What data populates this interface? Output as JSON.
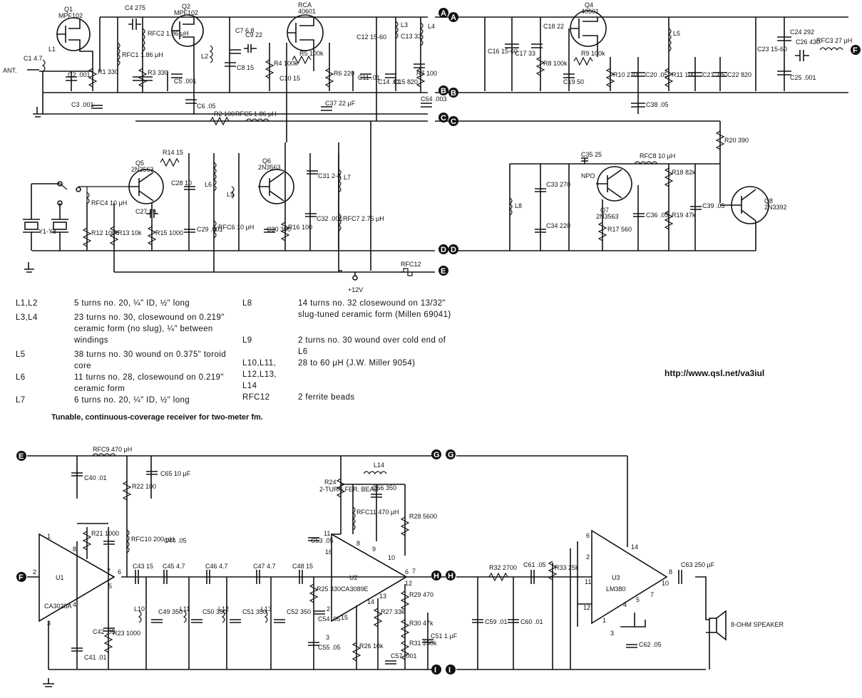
{
  "title_caption": "Tunable, continuous-coverage receiver for two-meter fm.",
  "url": "http://www.qsl.net/va3iul",
  "connectors": [
    "A",
    "B",
    "C",
    "D",
    "E",
    "F",
    "G",
    "H",
    "I"
  ],
  "coil_table": [
    {
      "name": "L1,L2",
      "desc": "5 turns no. 20, ¼\" ID, ½\" long"
    },
    {
      "name": "L3,L4",
      "desc": "23 turns no. 30, closewound on 0.219\" ceramic form (no slug), ¼\" between windings"
    },
    {
      "name": "L5",
      "desc": "38 turns no. 30 wound on 0.375\" toroid core"
    },
    {
      "name": "L6",
      "desc": "11 turns no. 28, closewound on 0.219\" ceramic form"
    },
    {
      "name": "L7",
      "desc": "6 turns no. 20, ¼\" ID, ½\" long"
    },
    {
      "name": "L8",
      "desc": "14 turns no. 32 closewound on 13/32\" slug-tuned ceramic form (Millen 69041)"
    },
    {
      "name": "L9",
      "desc": "2 turns no. 30 wound over cold end of L6"
    },
    {
      "name": "L10,L11, L12,L13, L14",
      "desc": "28 to 60 μH (J.W. Miller 9054)"
    },
    {
      "name": "RFC12",
      "desc": "2 ferrite beads"
    }
  ],
  "transistors": {
    "q1": {
      "ref": "Q1",
      "part": "MPF102"
    },
    "q2": {
      "ref": "Q2",
      "part": "MPF102"
    },
    "q3": {
      "ref": "RCA",
      "part": "40601"
    },
    "q4": {
      "ref": "Q4",
      "part": "40601"
    },
    "q5": {
      "ref": "Q5",
      "part": "2N3563"
    },
    "q6": {
      "ref": "Q6",
      "part": "2N3563"
    },
    "q7": {
      "ref": "Q7",
      "part": "2N3563"
    },
    "q8": {
      "ref": "Q8",
      "part": "2N3392"
    }
  },
  "ics": {
    "u1": {
      "ref": "U1",
      "part": "CA3028A"
    },
    "u2": {
      "ref": "U2",
      "part": "CA3089E"
    },
    "u3": {
      "ref": "U3",
      "part": "LM380"
    }
  },
  "labels": {
    "ant": "ANT.",
    "supply": "+12V",
    "speaker": "8-OHM SPEAKER",
    "crystal": "Y1-Y8",
    "r24_note": "2-TURN FER. BEAD",
    "npo": "NPO"
  },
  "components": [
    "C1 4.7",
    "L1",
    "C2 .001",
    "R1 330",
    "C3 .001",
    "C4 275",
    "RFC1 1.86 μH",
    "Q1",
    "RFC2 1.86 μH",
    "R3 330",
    "C5 .001",
    "C6 .05",
    "L2",
    "C7 6.8",
    "C8 15",
    "C9 22",
    "R4 100k",
    "C10 15",
    "R5 100k",
    "R6 220",
    "C11 .01",
    "C12 15-60",
    "C13 33",
    "L3",
    "C14 .01",
    "C15 820",
    "R7 100",
    "C37 22 μF",
    "C64 .003",
    "L4",
    "R2 100",
    "RFC5 1.86 μH",
    "C16 15-60",
    "C17 33",
    "C18 22",
    "R8 100k",
    "C19 50",
    "R9 100k",
    "R10 270",
    "C20 .05",
    "R11 100",
    "L5",
    "C21 .05",
    "C22 820",
    "C23 15-60",
    "C24 292",
    "C25 .001",
    "C26 430",
    "RFC3 27 μH",
    "C38 .05",
    "R20 390",
    "R14 15",
    "C28 10",
    "L6",
    "C27 39",
    "R12 1000",
    "R13 10k",
    "R15 1000",
    "RFC4 10 μH",
    "C29 .001",
    "RFC6 10 μH",
    "L9",
    "C31 2-8",
    "L7",
    "C30 390",
    "R16 100",
    "C32 .001",
    "RFC7 2.75 μH",
    "C35 25",
    "RFC8 10 μH",
    "R18 82k",
    "C33 270",
    "C34 220",
    "L8",
    "R17 560",
    "C36 .05",
    "R19 47k",
    "C39 .05",
    "RFC12",
    "RFC9 470 μH",
    "C40 .01",
    "C65 10 μF",
    "R22 100",
    "R21 1000",
    "RFC10 200 μH",
    "C44 .05",
    "C42 .05",
    "R23 1000",
    "C41 .01",
    "C43 15",
    "C45 4.7",
    "C46 4.7",
    "C47 4.7",
    "C48 15",
    "C49 350",
    "C50 350",
    "C51 350",
    "C52 350",
    "L10",
    "L11",
    "L12",
    "L13",
    "R24",
    "L14",
    "RFC11 470 μH",
    "C56 350",
    "R28 5600",
    "C53 .05",
    "R25 330",
    "C54 .05",
    "C55 .05",
    "R26 10k",
    "R27 33k",
    "R29 470",
    "R30 47k",
    "R31 250k",
    "C51 1 μF",
    "C57 .001",
    "R32 2700",
    "C59 .01",
    "C60 .01",
    "C61 .05",
    "R33 25k",
    "C62 .05",
    "C63 250 μF"
  ]
}
